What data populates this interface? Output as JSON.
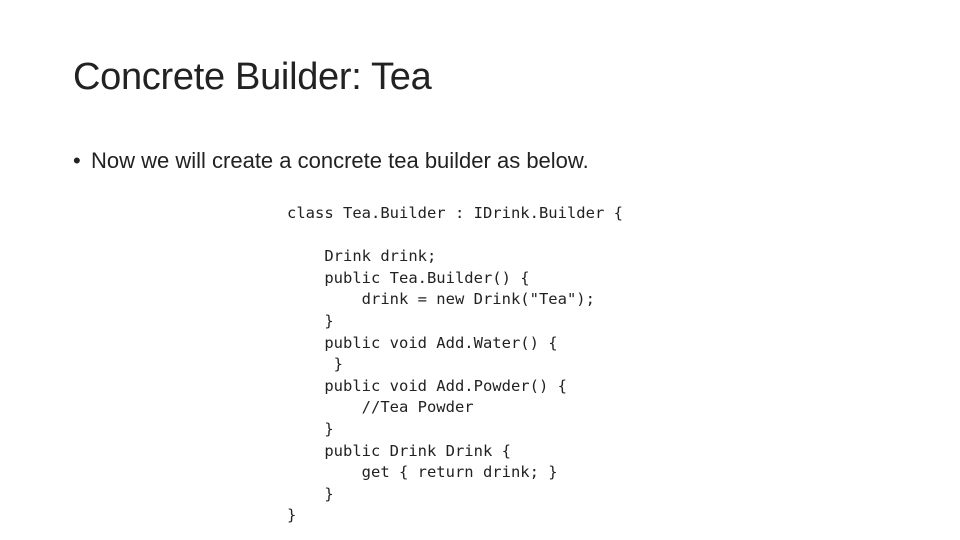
{
  "slide": {
    "title": "Concrete Builder: Tea",
    "bullet": {
      "marker": "•",
      "text": "Now we will create a concrete tea builder as below."
    },
    "code_lines": [
      "class Tea.Builder : IDrink.Builder {",
      "",
      "    Drink drink;",
      "    public Tea.Builder() {",
      "        drink = new Drink(\"Tea\");",
      "    }",
      "    public void Add.Water() {",
      "     }",
      "    public void Add.Powder() {",
      "        //Tea Powder",
      "    }",
      "    public Drink Drink {",
      "        get { return drink; }",
      "    }",
      "}"
    ]
  }
}
